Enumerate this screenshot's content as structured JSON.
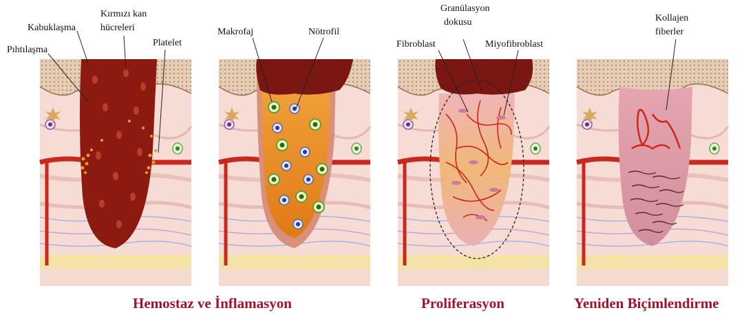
{
  "panels": [
    {
      "labels": [
        "Kabuklaşma",
        "Kırmızı kan",
        "hücreleri",
        "Platelet",
        "Pıhtılaşma"
      ]
    },
    {
      "labels": [
        "Makrofaj",
        "Nötrofil"
      ]
    },
    {
      "labels": [
        "Granülasyon",
        "dokusu",
        "Fibroblast",
        "Miyofibroblast"
      ]
    },
    {
      "labels": [
        "Kollajen",
        "fiberler"
      ]
    }
  ],
  "captions": [
    "Hemostaz ve İnflamasyon",
    "Proliferasyon",
    "Yeniden Biçimlendirme"
  ],
  "colors": {
    "clot": "#8c1a10",
    "scab": "#7a1712",
    "inflammation": "#e88a1e",
    "granulation": "#e8a0a8",
    "remodel": "#d99aa5",
    "vessel": "#c8281e",
    "caption": "#a3122a",
    "dermis": "#f4d0c8",
    "epidermis": "#ead3c0",
    "fat": "#f2e3a2"
  }
}
